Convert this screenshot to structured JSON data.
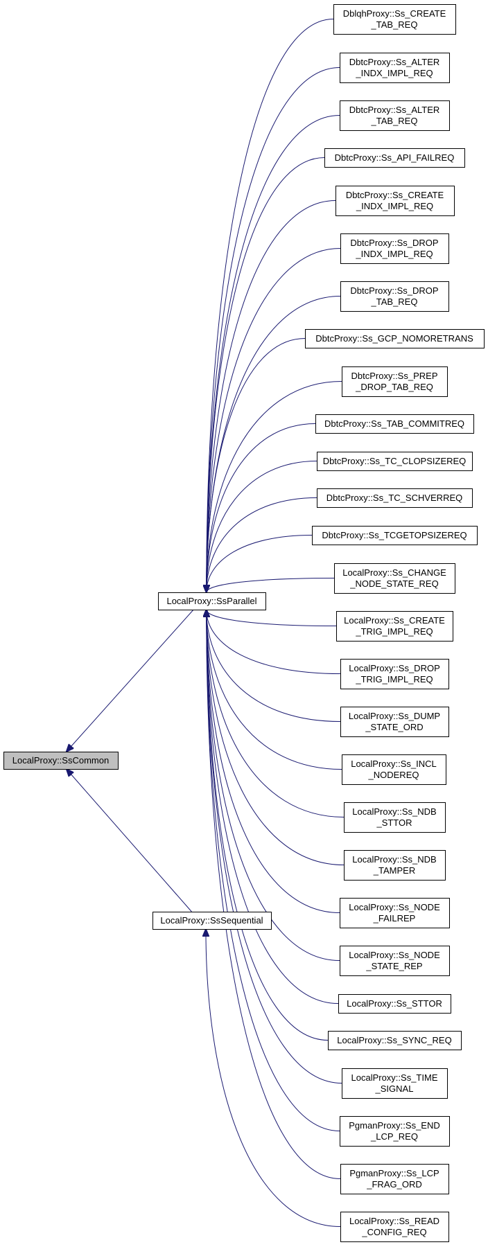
{
  "colors": {
    "edge": "#191970",
    "node_border": "#000000",
    "node_fill": "#ffffff",
    "focus_fill": "#bfbfbf"
  },
  "diagram": {
    "focus": {
      "id": "sscommon",
      "lines": [
        "LocalProxy::SsCommon"
      ]
    },
    "bases": [
      {
        "id": "ssparallel",
        "lines": [
          "LocalProxy::SsParallel"
        ]
      },
      {
        "id": "sssequential",
        "lines": [
          "LocalProxy::SsSequential"
        ]
      }
    ],
    "leaves": [
      {
        "id": "dblqh-create-tab",
        "lines": [
          "DblqhProxy::Ss_CREATE",
          "_TAB_REQ"
        ]
      },
      {
        "id": "dbtc-alter-indx",
        "lines": [
          "DbtcProxy::Ss_ALTER",
          "_INDX_IMPL_REQ"
        ]
      },
      {
        "id": "dbtc-alter-tab",
        "lines": [
          "DbtcProxy::Ss_ALTER",
          "_TAB_REQ"
        ]
      },
      {
        "id": "dbtc-api-failreq",
        "lines": [
          "DbtcProxy::Ss_API_FAILREQ"
        ]
      },
      {
        "id": "dbtc-create-indx",
        "lines": [
          "DbtcProxy::Ss_CREATE",
          "_INDX_IMPL_REQ"
        ]
      },
      {
        "id": "dbtc-drop-indx",
        "lines": [
          "DbtcProxy::Ss_DROP",
          "_INDX_IMPL_REQ"
        ]
      },
      {
        "id": "dbtc-drop-tab",
        "lines": [
          "DbtcProxy::Ss_DROP",
          "_TAB_REQ"
        ]
      },
      {
        "id": "dbtc-gcp-nomoretrans",
        "lines": [
          "DbtcProxy::Ss_GCP_NOMORETRANS"
        ]
      },
      {
        "id": "dbtc-prep-drop-tab",
        "lines": [
          "DbtcProxy::Ss_PREP",
          "_DROP_TAB_REQ"
        ]
      },
      {
        "id": "dbtc-tab-commitreq",
        "lines": [
          "DbtcProxy::Ss_TAB_COMMITREQ"
        ]
      },
      {
        "id": "dbtc-tc-clopsizereq",
        "lines": [
          "DbtcProxy::Ss_TC_CLOPSIZEREQ"
        ]
      },
      {
        "id": "dbtc-tc-schverreq",
        "lines": [
          "DbtcProxy::Ss_TC_SCHVERREQ"
        ]
      },
      {
        "id": "dbtc-tcgetopsizereq",
        "lines": [
          "DbtcProxy::Ss_TCGETOPSIZEREQ"
        ]
      },
      {
        "id": "lp-change-node-state",
        "lines": [
          "LocalProxy::Ss_CHANGE",
          "_NODE_STATE_REQ"
        ]
      },
      {
        "id": "lp-create-trig",
        "lines": [
          "LocalProxy::Ss_CREATE",
          "_TRIG_IMPL_REQ"
        ]
      },
      {
        "id": "lp-drop-trig",
        "lines": [
          "LocalProxy::Ss_DROP",
          "_TRIG_IMPL_REQ"
        ]
      },
      {
        "id": "lp-dump-state",
        "lines": [
          "LocalProxy::Ss_DUMP",
          "_STATE_ORD"
        ]
      },
      {
        "id": "lp-incl-nodereq",
        "lines": [
          "LocalProxy::Ss_INCL",
          "_NODEREQ"
        ]
      },
      {
        "id": "lp-ndb-sttor",
        "lines": [
          "LocalProxy::Ss_NDB",
          "_STTOR"
        ]
      },
      {
        "id": "lp-ndb-tamper",
        "lines": [
          "LocalProxy::Ss_NDB",
          "_TAMPER"
        ]
      },
      {
        "id": "lp-node-failrep",
        "lines": [
          "LocalProxy::Ss_NODE",
          "_FAILREP"
        ]
      },
      {
        "id": "lp-node-state-rep",
        "lines": [
          "LocalProxy::Ss_NODE",
          "_STATE_REP"
        ]
      },
      {
        "id": "lp-sttor",
        "lines": [
          "LocalProxy::Ss_STTOR"
        ]
      },
      {
        "id": "lp-sync-req",
        "lines": [
          "LocalProxy::Ss_SYNC_REQ"
        ]
      },
      {
        "id": "lp-time-signal",
        "lines": [
          "LocalProxy::Ss_TIME",
          "_SIGNAL"
        ]
      },
      {
        "id": "pgman-end-lcp",
        "lines": [
          "PgmanProxy::Ss_END",
          "_LCP_REQ"
        ]
      },
      {
        "id": "pgman-lcp-frag-ord",
        "lines": [
          "PgmanProxy::Ss_LCP",
          "_FRAG_ORD"
        ]
      },
      {
        "id": "lp-read-config",
        "lines": [
          "LocalProxy::Ss_READ",
          "_CONFIG_REQ"
        ]
      }
    ],
    "edges": [
      {
        "from": "ssparallel",
        "to": "sscommon"
      },
      {
        "from": "sssequential",
        "to": "sscommon"
      },
      {
        "from": "dblqh-create-tab",
        "to": "ssparallel"
      },
      {
        "from": "dbtc-alter-indx",
        "to": "ssparallel"
      },
      {
        "from": "dbtc-alter-tab",
        "to": "ssparallel"
      },
      {
        "from": "dbtc-api-failreq",
        "to": "ssparallel"
      },
      {
        "from": "dbtc-create-indx",
        "to": "ssparallel"
      },
      {
        "from": "dbtc-drop-indx",
        "to": "ssparallel"
      },
      {
        "from": "dbtc-drop-tab",
        "to": "ssparallel"
      },
      {
        "from": "dbtc-gcp-nomoretrans",
        "to": "ssparallel"
      },
      {
        "from": "dbtc-prep-drop-tab",
        "to": "ssparallel"
      },
      {
        "from": "dbtc-tab-commitreq",
        "to": "ssparallel"
      },
      {
        "from": "dbtc-tc-clopsizereq",
        "to": "ssparallel"
      },
      {
        "from": "dbtc-tc-schverreq",
        "to": "ssparallel"
      },
      {
        "from": "dbtc-tcgetopsizereq",
        "to": "ssparallel"
      },
      {
        "from": "lp-change-node-state",
        "to": "ssparallel"
      },
      {
        "from": "lp-create-trig",
        "to": "ssparallel"
      },
      {
        "from": "lp-drop-trig",
        "to": "ssparallel"
      },
      {
        "from": "lp-dump-state",
        "to": "ssparallel"
      },
      {
        "from": "lp-incl-nodereq",
        "to": "ssparallel"
      },
      {
        "from": "lp-ndb-sttor",
        "to": "ssparallel"
      },
      {
        "from": "lp-ndb-tamper",
        "to": "ssparallel"
      },
      {
        "from": "lp-node-failrep",
        "to": "ssparallel"
      },
      {
        "from": "lp-node-state-rep",
        "to": "ssparallel"
      },
      {
        "from": "lp-sttor",
        "to": "ssparallel"
      },
      {
        "from": "lp-sync-req",
        "to": "ssparallel"
      },
      {
        "from": "lp-time-signal",
        "to": "ssparallel"
      },
      {
        "from": "pgman-end-lcp",
        "to": "ssparallel"
      },
      {
        "from": "pgman-lcp-frag-ord",
        "to": "ssparallel"
      },
      {
        "from": "lp-read-config",
        "to": "sssequential"
      }
    ]
  }
}
